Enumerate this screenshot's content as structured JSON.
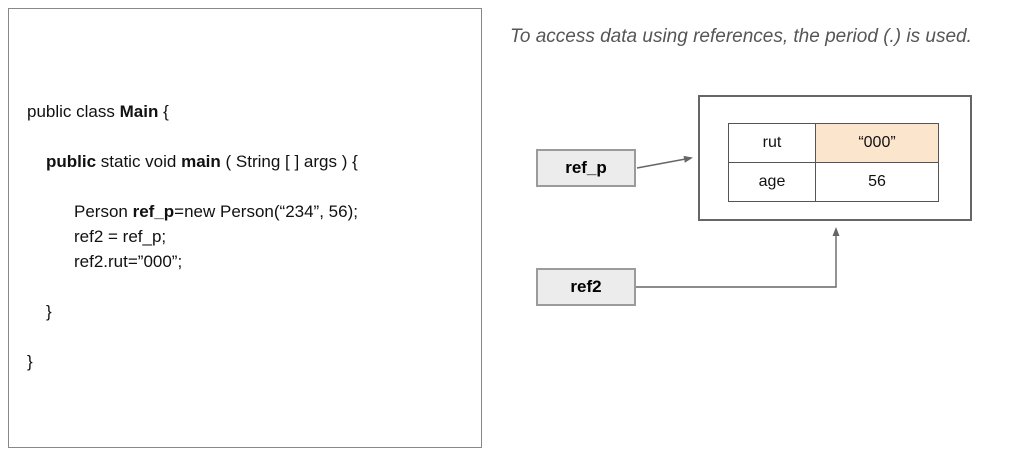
{
  "note": {
    "text": "To access data using references, the period (.) is used."
  },
  "code": {
    "lines": [
      {
        "indent": 0,
        "segments": [
          {
            "text": "public class ",
            "bold": false
          },
          {
            "text": "Main",
            "bold": true
          },
          {
            "text": " {",
            "bold": false
          }
        ]
      },
      {
        "indent": 0,
        "segments": []
      },
      {
        "indent": 19,
        "segments": [
          {
            "text": "public",
            "bold": true
          },
          {
            "text": " static void ",
            "bold": false
          },
          {
            "text": "main",
            "bold": true
          },
          {
            "text": " ( String [ ] args ) {",
            "bold": false
          }
        ]
      },
      {
        "indent": 0,
        "segments": []
      },
      {
        "indent": 47,
        "segments": [
          {
            "text": "Person ",
            "bold": false
          },
          {
            "text": "ref_p",
            "bold": true
          },
          {
            "text": "=new Person(“234”, 56);",
            "bold": false
          }
        ]
      },
      {
        "indent": 47,
        "segments": [
          {
            "text": "ref2 = ref_p;",
            "bold": false
          }
        ]
      },
      {
        "indent": 47,
        "segments": [
          {
            "text": "ref2.rut=”000”;",
            "bold": false
          }
        ]
      },
      {
        "indent": 0,
        "segments": []
      },
      {
        "indent": 19,
        "segments": [
          {
            "text": "}",
            "bold": false
          }
        ]
      },
      {
        "indent": 0,
        "segments": []
      },
      {
        "indent": 0,
        "segments": [
          {
            "text": "}",
            "bold": false
          }
        ]
      }
    ]
  },
  "diagram": {
    "ref_p_label": "ref_p",
    "ref2_label": "ref2",
    "table": {
      "rows": [
        {
          "field": "rut",
          "value": "“000”",
          "highlighted": true
        },
        {
          "field": "age",
          "value": "56",
          "highlighted": false
        }
      ]
    },
    "colors": {
      "highlight_fill": "#fce5cd",
      "ref_box_fill": "#ececec",
      "line_color": "#666666",
      "note_text_color": "#565656"
    }
  }
}
